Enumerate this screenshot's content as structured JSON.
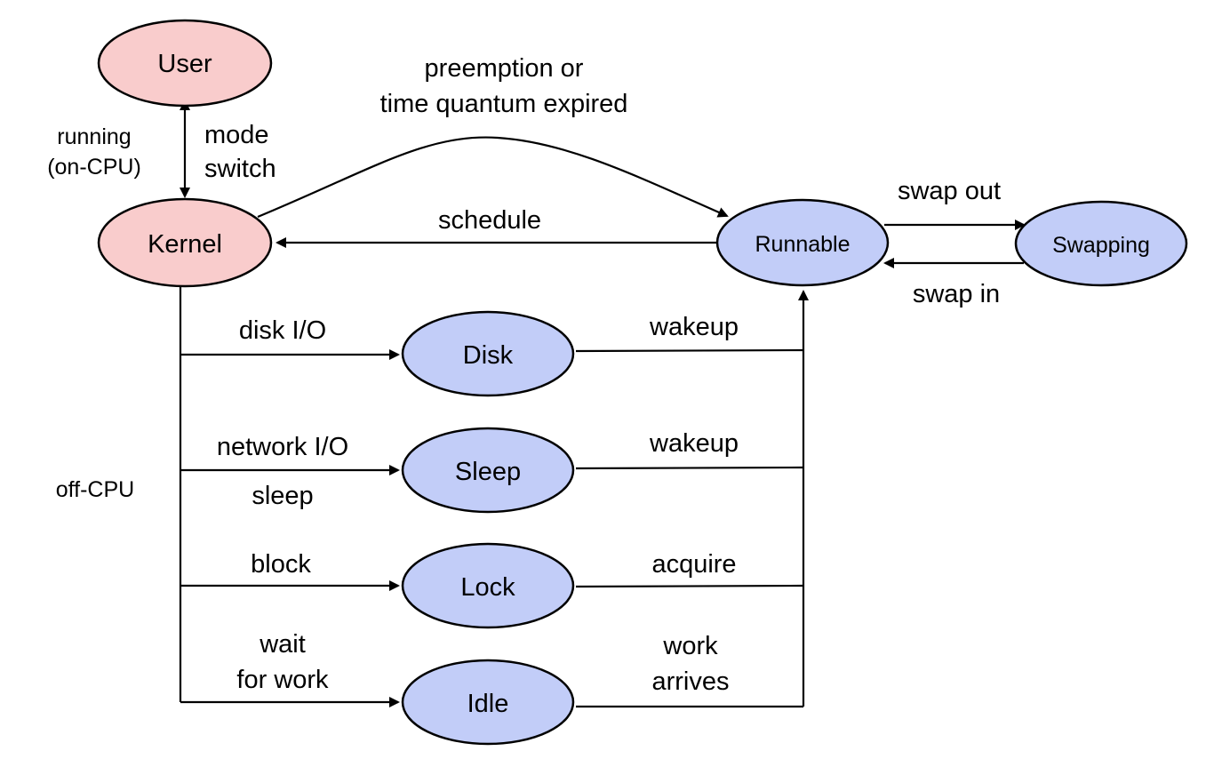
{
  "nodes": {
    "user": "User",
    "kernel": "Kernel",
    "runnable": "Runnable",
    "swapping": "Swapping",
    "disk": "Disk",
    "sleep": "Sleep",
    "lock": "Lock",
    "idle": "Idle"
  },
  "labels": {
    "running_1": "running",
    "running_2": "(on-CPU)",
    "mode_switch_1": "mode",
    "mode_switch_2": "switch",
    "preemption_1": "preemption or",
    "preemption_2": "time quantum expired",
    "schedule": "schedule",
    "swap_out": "swap out",
    "swap_in": "swap in",
    "off_cpu": "off-CPU",
    "disk_io": "disk I/O",
    "network_io": "network I/O",
    "sleep": "sleep",
    "block": "block",
    "wait_1": "wait",
    "wait_2": "for work",
    "wakeup_disk": "wakeup",
    "wakeup_sleep": "wakeup",
    "acquire": "acquire",
    "work_arrives_1": "work",
    "work_arrives_2": "arrives"
  },
  "colors": {
    "on_cpu_state": "#f9cccc",
    "off_cpu_state": "#c2cdf8"
  }
}
